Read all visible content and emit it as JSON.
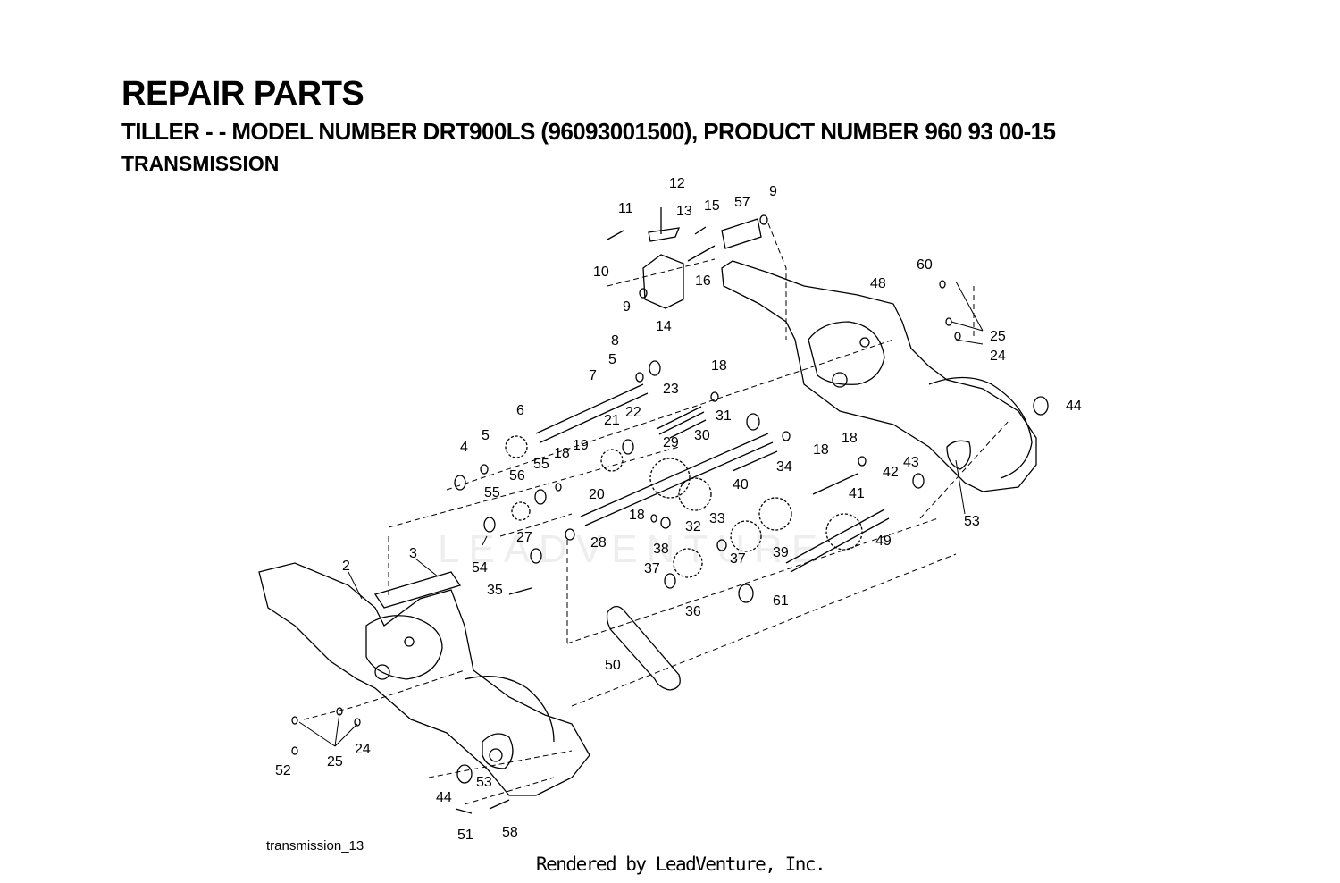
{
  "header": {
    "title": "REPAIR PARTS",
    "subtitle": "TILLER - - MODEL NUMBER DRT900LS (96093001500), PRODUCT NUMBER 960 93 00-15",
    "section": "TRANSMISSION"
  },
  "footer": {
    "figure_id": "transmission_13",
    "rendered_by": "Rendered by LeadVenture, Inc."
  },
  "watermark": "LEADVENTURE",
  "callouts": [
    "2",
    "3",
    "4",
    "5",
    "5",
    "6",
    "7",
    "8",
    "9",
    "9",
    "10",
    "11",
    "12",
    "13",
    "14",
    "15",
    "16",
    "18",
    "18",
    "18",
    "18",
    "18",
    "19",
    "20",
    "21",
    "22",
    "23",
    "24",
    "24",
    "25",
    "25",
    "27",
    "28",
    "29",
    "30",
    "31",
    "32",
    "33",
    "34",
    "35",
    "36",
    "37",
    "37",
    "38",
    "39",
    "40",
    "41",
    "42",
    "43",
    "44",
    "44",
    "48",
    "49",
    "50",
    "51",
    "52",
    "53",
    "53",
    "54",
    "55",
    "55",
    "56",
    "57",
    "58",
    "60",
    "61"
  ]
}
